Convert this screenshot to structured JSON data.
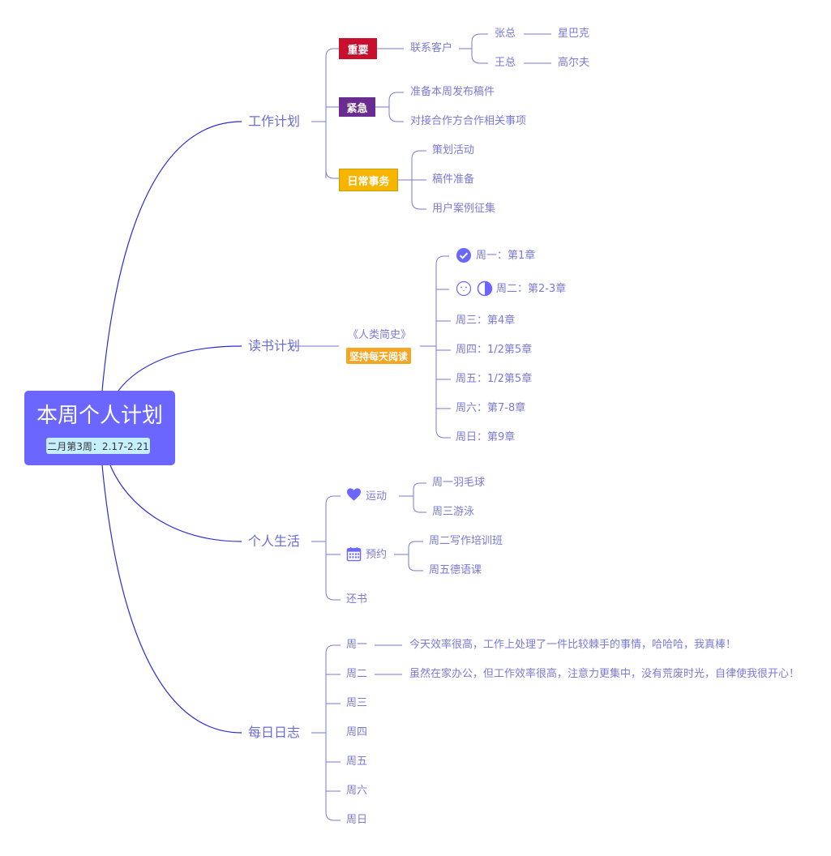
{
  "central": {
    "title": "本周个人计划",
    "subtitle": "二月第3周：2.17-2.21"
  },
  "branches": {
    "work": {
      "label": "工作计划",
      "important": {
        "label": "重要",
        "color": "#c8102e",
        "contact": "联系客户",
        "zhang": "张总",
        "wang": "王总",
        "starbucks": "星巴克",
        "golf": "高尔夫"
      },
      "urgent": {
        "label": "紧急",
        "color": "#6a2c91",
        "items": [
          "准备本周发布稿件",
          "对接合作方合作相关事项"
        ]
      },
      "daily": {
        "label": "日常事务",
        "color": "#f7b500",
        "items": [
          "策划活动",
          "稿件准备",
          "用户案例征集"
        ]
      }
    },
    "reading": {
      "label": "读书计划",
      "book": "《人类简史》",
      "badge": "坚持每天阅读",
      "badge_color": "#f5a623",
      "days": [
        "周一：第1章",
        "周二：第2-3章",
        "周三：第4章",
        "周四：1/2第5章",
        "周五：1/2第5章",
        "周六：第7-8章",
        "周日：第9章"
      ]
    },
    "life": {
      "label": "个人生活",
      "sport": {
        "label": "运动",
        "items": [
          "周一羽毛球",
          "周三游泳"
        ]
      },
      "booking": {
        "label": "预约",
        "items": [
          "周二写作培训班",
          "周五德语课"
        ]
      },
      "return_book": "还书"
    },
    "diary": {
      "label": "每日日志",
      "days": [
        "周一",
        "周二",
        "周三",
        "周四",
        "周五",
        "周六",
        "周日"
      ],
      "notes": [
        "今天效率很高，工作上处理了一件比较棘手的事情，哈哈哈，我真棒！",
        "虽然在家办公，但工作效率很高，注意力更集中，没有荒废时光，自律使我很开心！"
      ]
    }
  },
  "colors": {
    "accent": "#6a66ff",
    "main_line": "#2b2bd6",
    "sub_line": "#7a7ad8",
    "text": "#6b6cd6"
  }
}
